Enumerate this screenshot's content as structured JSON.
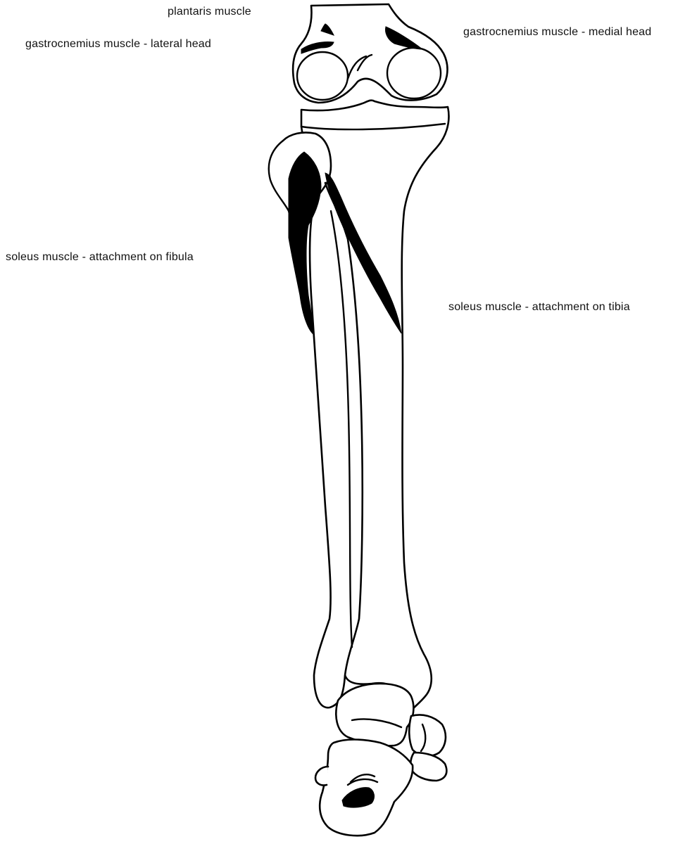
{
  "labels": {
    "plantaris": "plantaris muscle",
    "gastrocnemius_lateral": "gastrocnemius muscle - lateral head",
    "gastrocnemius_medial": "gastrocnemius muscle - medial head",
    "soleus_fibula": "soleus muscle - attachment on fibula",
    "soleus_tibia": "soleus muscle - attachment on tibia"
  },
  "colors": {
    "line": "#000000",
    "attachment_fill": "#000000",
    "background": "#ffffff"
  }
}
